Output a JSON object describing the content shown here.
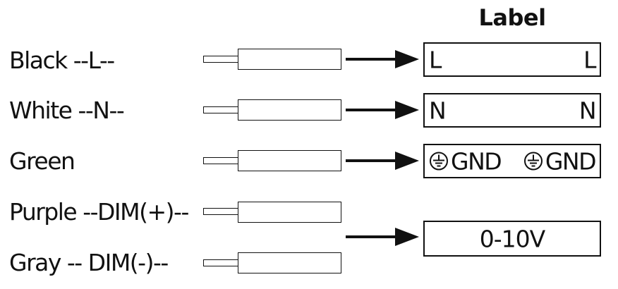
{
  "header": {
    "title": "Label"
  },
  "wires": [
    {
      "label": "Black --L--"
    },
    {
      "label": "White --N--"
    },
    {
      "label": "Green"
    },
    {
      "label": "Purple --DIM(+)--"
    },
    {
      "label": "Gray -- DIM(-)--"
    }
  ],
  "terminals": [
    {
      "left": "L",
      "right": "L"
    },
    {
      "left": "N",
      "right": "N"
    },
    {
      "left": "GND",
      "right": "GND",
      "icon": "ground-symbol"
    },
    {
      "center": "0-10V"
    }
  ],
  "colors": {
    "line": "#111111",
    "background": "#ffffff"
  }
}
